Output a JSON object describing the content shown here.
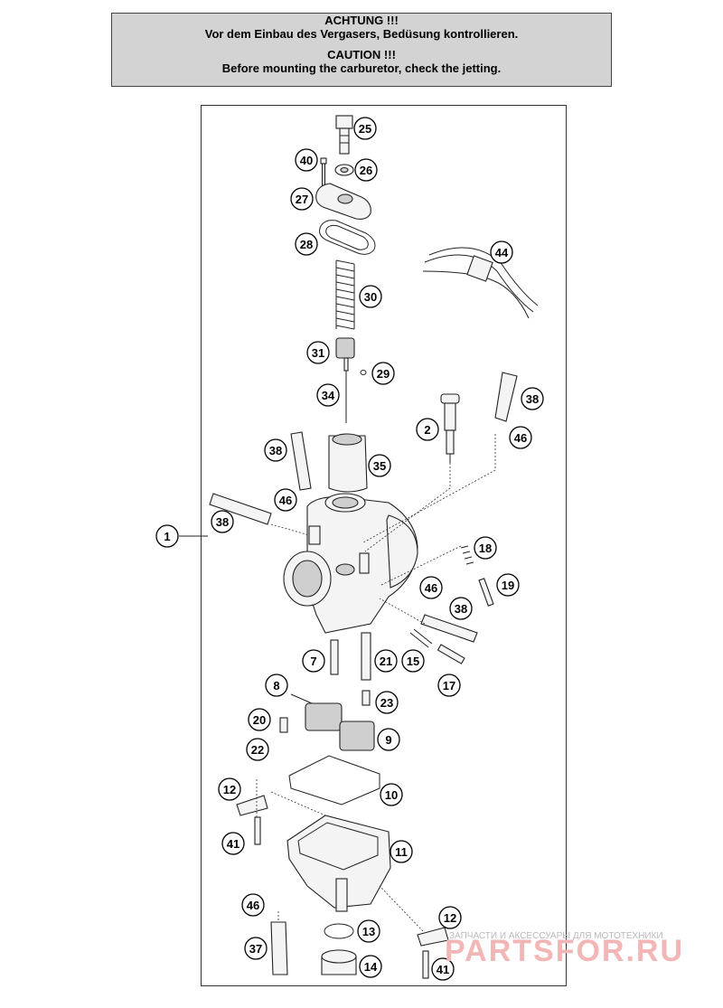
{
  "warning": {
    "de_title": "ACHTUNG !!!",
    "de_text": "Vor dem Einbau des Vergasers, Bedüsung kontrollieren.",
    "en_title": "CAUTION !!!",
    "en_text": "Before mounting the carburetor, check the jetting."
  },
  "callouts": [
    "25",
    "40",
    "26",
    "27",
    "28",
    "44",
    "30",
    "31",
    "29",
    "34",
    "2",
    "38",
    "46",
    "38",
    "35",
    "46",
    "38",
    "1",
    "18",
    "19",
    "46",
    "38",
    "7",
    "21",
    "15",
    "17",
    "8",
    "23",
    "20",
    "9",
    "22",
    "10",
    "12",
    "41",
    "11",
    "46",
    "12",
    "13",
    "37",
    "14",
    "41"
  ],
  "watermark": {
    "caption": "ЗАПЧАСТИ И АКСЕССУАРЫ ДЛЯ МОТОТЕХНИКИ",
    "brand": "PARTSFOR.RU"
  }
}
